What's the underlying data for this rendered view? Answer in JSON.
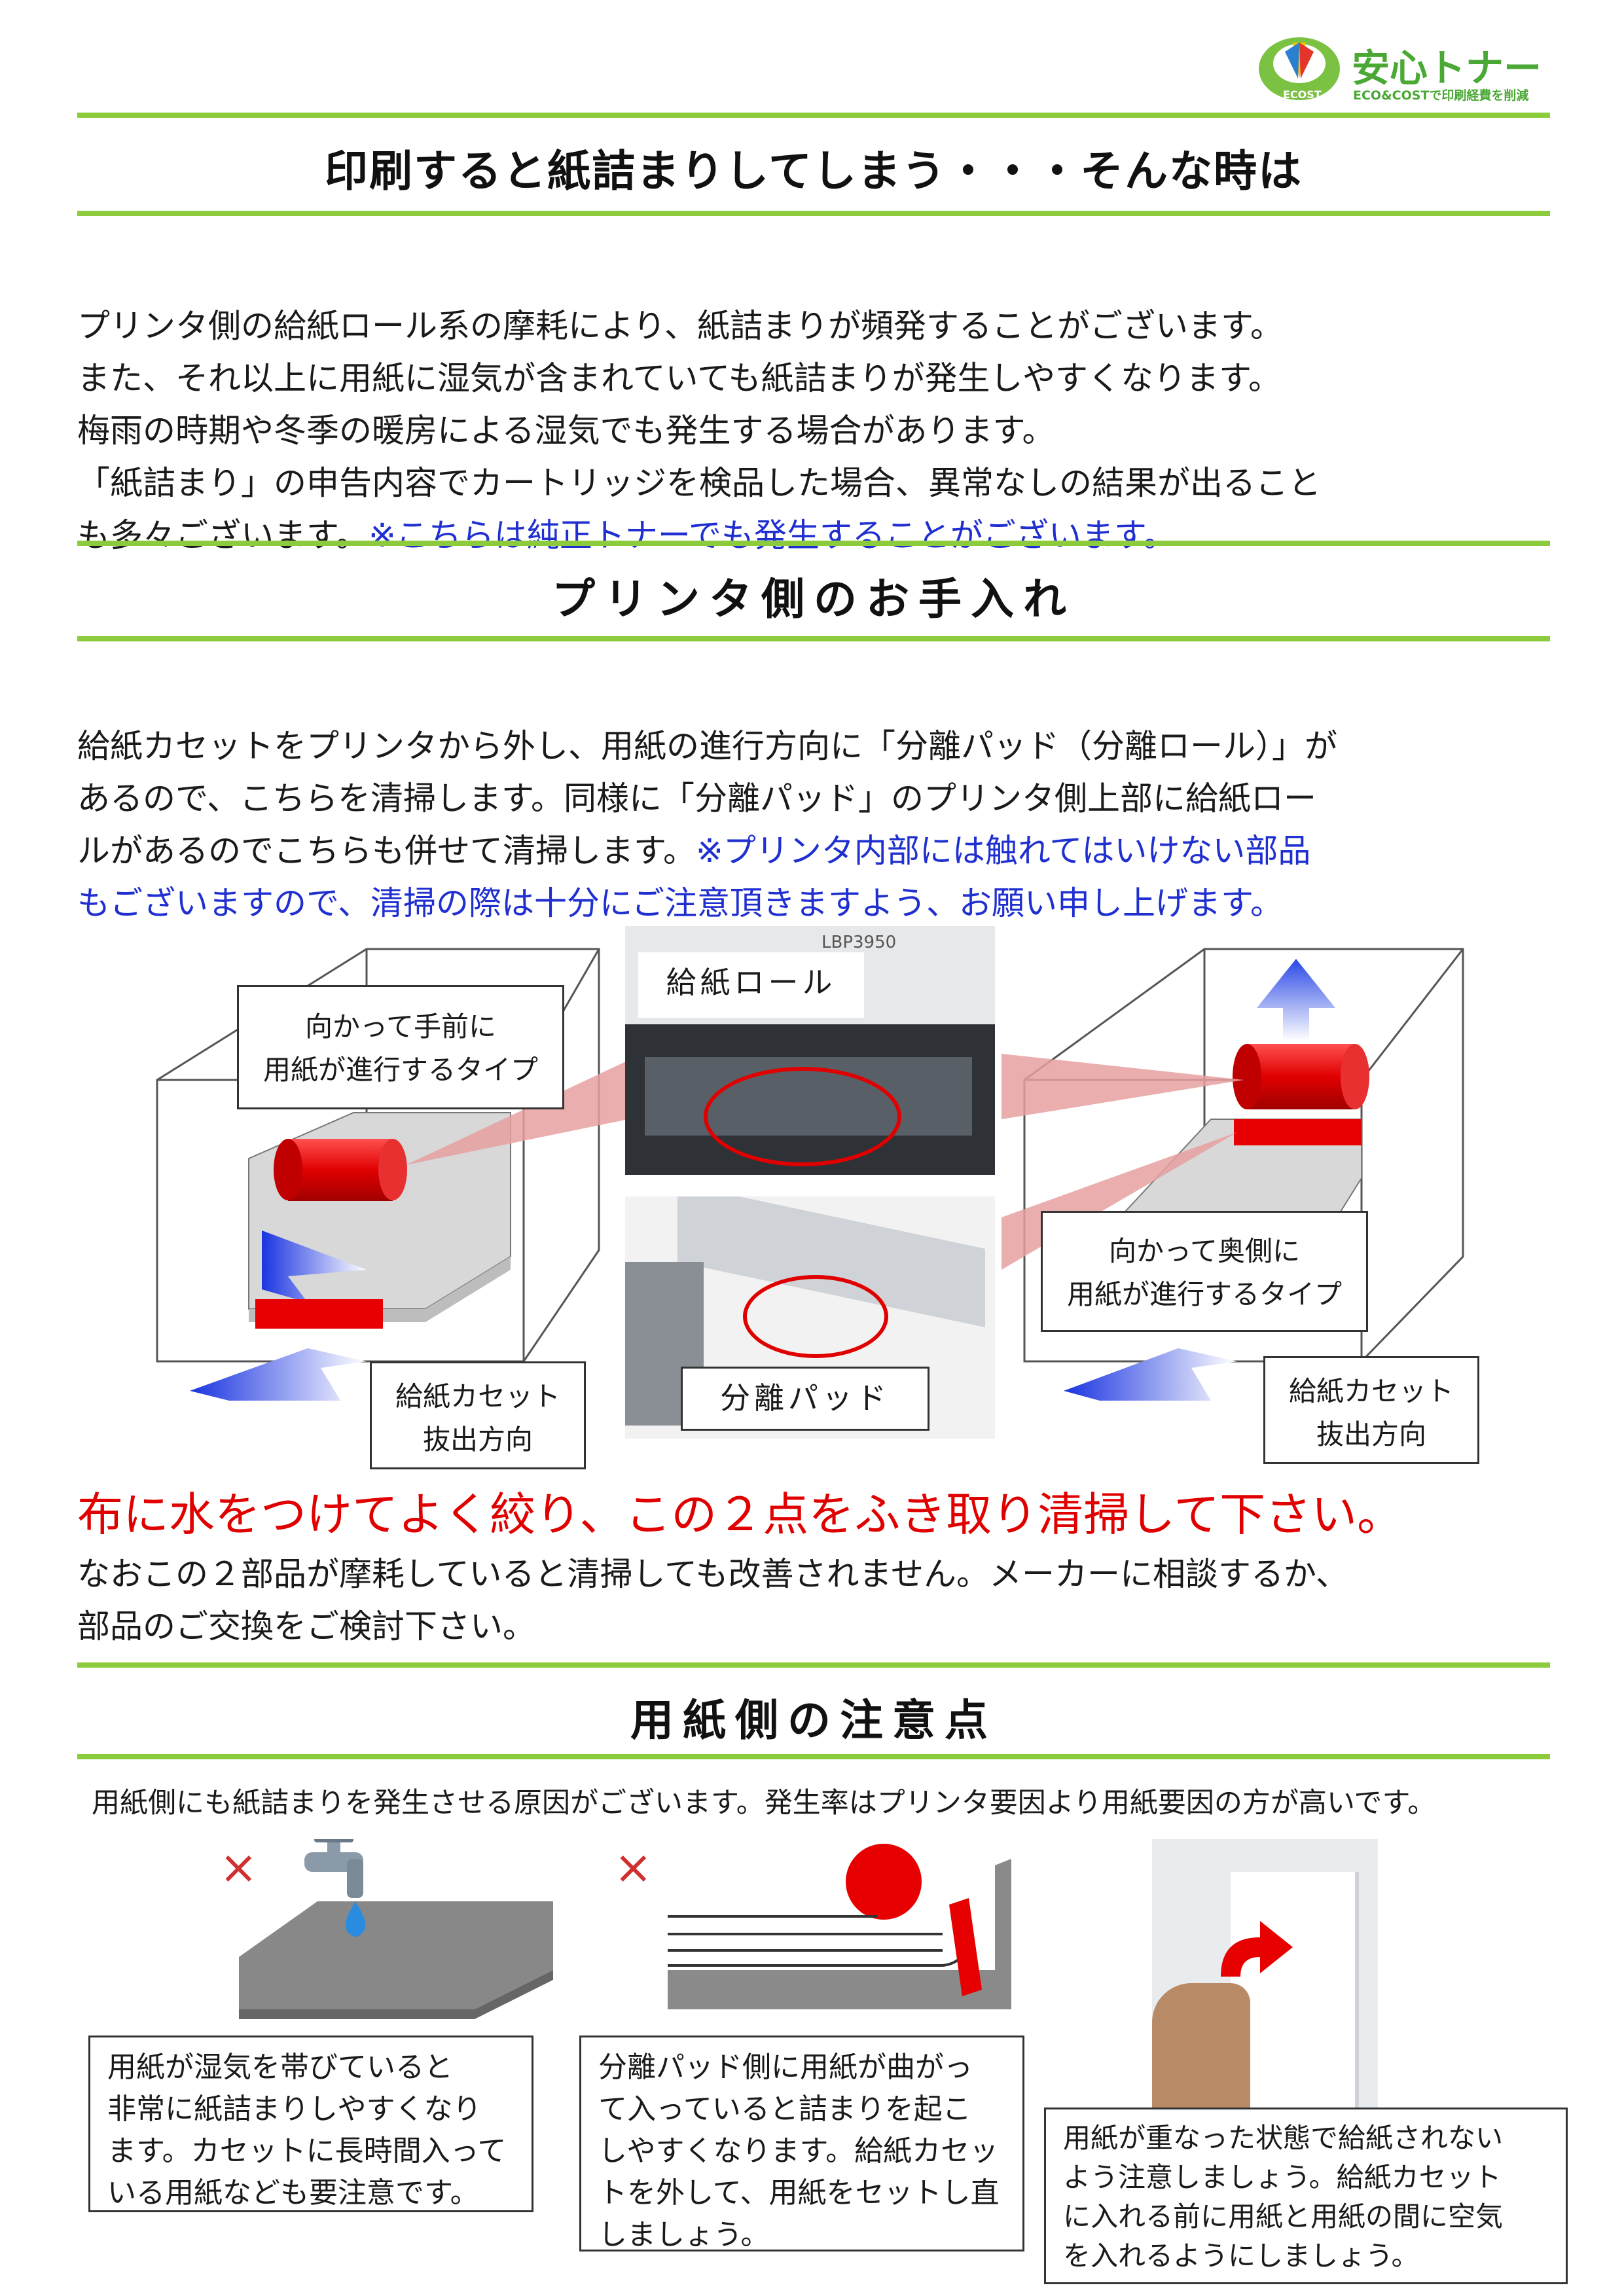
{
  "logo": {
    "brand": "安心トナー",
    "tagline": "ECO&COSTで印刷経費を削減",
    "badge": "ECOST"
  },
  "section1": {
    "title": "印刷すると紙詰まりしてしまう・・・そんな時は",
    "body": "プリンタ側の給紙ロール系の摩耗により、紙詰まりが頻発することがございます。\nまた、それ以上に用紙に湿気が含まれていても紙詰まりが発生しやすくなります。\n梅雨の時期や冬季の暖房による湿気でも発生する場合があります。\n「紙詰まり」の申告内容でカートリッジを検品した場合、異常なしの結果が出ること\nも多々ございます。",
    "note": "※こちらは純正トナーでも発生することがございます。"
  },
  "section2": {
    "title": "プリンタ側のお手入れ",
    "body": "給紙カセットをプリンタから外し、用紙の進行方向に「分離パッド（分離ロール）」が\nあるので、こちらを清掃します。同様に「分離パッド」のプリンタ側上部に給紙ロー\nルがあるのでこちらも併せて清掃します。",
    "note_line1": "※プリンタ内部には触れてはいけない部品",
    "note_line2": "もございますので、清掃の際は十分にご注意頂きますよう、お願い申し上げます。"
  },
  "diagram": {
    "label_front": "向かって手前に\n用紙が進行するタイプ",
    "label_back": "向かって奥側に\n用紙が進行するタイプ",
    "label_cassette_left": "給紙カセット\n抜出方向",
    "label_cassette_right": "給紙カセット\n抜出方向",
    "label_roll": "給紙ロール",
    "label_pad": "分離パッド",
    "model": "LBP3950"
  },
  "instruction": {
    "headline": "布に水をつけてよく絞り、この２点をふき取り清掃して下さい。",
    "body": "なおこの２部品が摩耗していると清掃しても改善されません。メーカーに相談するか、\n部品のご交換をご検討下さい。"
  },
  "section3": {
    "title": "用紙側の注意点",
    "intro": "用紙側にも紙詰まりを発生させる原因がございます。発生率はプリンタ要因より用紙要因の方が高いです。",
    "mark1": "×",
    "mark2": "×",
    "note1": "用紙が湿気を帯びていると\n非常に紙詰まりしやすくなり\nます。カセットに長時間入って\nいる用紙なども要注意です。",
    "note2": "分離パッド側に用紙が曲がっ\nて入っていると詰まりを起こ\nしやすくなります。給紙カセッ\nトを外して、用紙をセットし直\nしましょう。",
    "note3": "用紙が重なった状態で給紙されない\nよう注意しましょう。給紙カセット\nに入れる前に用紙と用紙の間に空気\nを入れるようにしましょう。"
  },
  "colors": {
    "accent_green": "#8ccc3c",
    "note_blue": "#1f2fd0",
    "warning_red": "#d0302f"
  }
}
